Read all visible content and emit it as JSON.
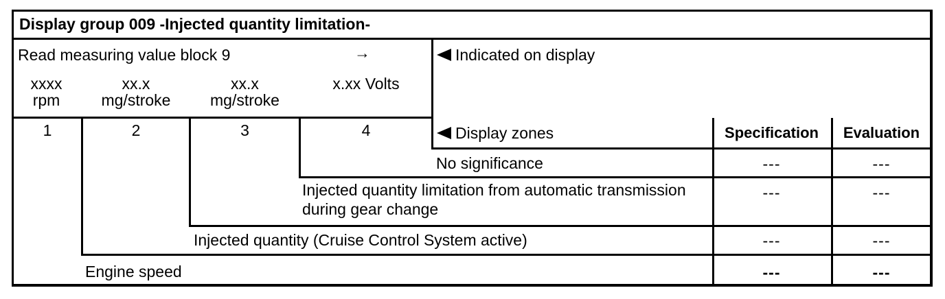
{
  "table": {
    "title": "Display group 009 -Injected quantity limitation-",
    "header": {
      "read_instruction": "Read measuring value block 9",
      "arrow": "→",
      "indicated_label": "Indicated on display",
      "display_zones_label": "Display zones",
      "spec_header": "Specification",
      "eval_header": "Evaluation"
    },
    "units": [
      {
        "line1": "xxxx",
        "line2": "rpm"
      },
      {
        "line1": "xx.x",
        "line2": "mg/stroke"
      },
      {
        "line1": "xx.x",
        "line2": "mg/stroke"
      },
      {
        "line1": "x.xx Volts",
        "line2": ""
      }
    ],
    "zones": [
      "1",
      "2",
      "3",
      "4"
    ],
    "rows": [
      {
        "zone": "4",
        "description": "No significance",
        "specification": "---",
        "evaluation": "---"
      },
      {
        "zone": "3",
        "description": "Injected quantity limitation from automatic transmission during gear change",
        "specification": "---",
        "evaluation": "---"
      },
      {
        "zone": "2",
        "description": "Injected quantity (Cruise Control System active)",
        "specification": "---",
        "evaluation": "---"
      },
      {
        "zone": "1",
        "description": "Engine speed",
        "specification": "---",
        "evaluation": "---"
      }
    ],
    "colors": {
      "line": "#000000",
      "background": "#ffffff",
      "text": "#000000"
    }
  }
}
